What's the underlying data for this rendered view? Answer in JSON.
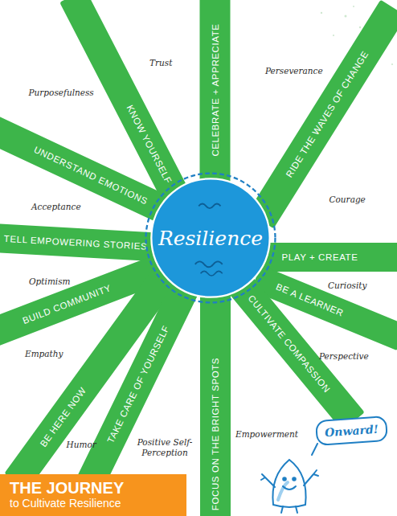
{
  "diagram": {
    "nodes": [
      {
        "text": [
          "CELEBRATE + APPRECIATE"
        ]
      },
      {
        "text": [
          "KNOW YOURSELF"
        ]
      },
      {
        "text": [
          "RIDE THE WAVES OF CHANGE"
        ]
      },
      {
        "text": [
          "UNDERSTAND EMOTIONS"
        ]
      },
      {
        "text": [
          "Resilience"
        ]
      },
      {
        "text": [
          "TELL EMPOWERING STORIES"
        ]
      },
      {
        "text": [
          "PLAY + CREATE"
        ]
      },
      {
        "text": [
          "BUILD COMMUNITY"
        ]
      },
      {
        "text": [
          "BE A LEARNER"
        ]
      },
      {
        "text": [
          "CULTIVATE COMPASSION"
        ]
      },
      {
        "text": [
          "BE HERE NOW"
        ]
      },
      {
        "text": [
          "TAKE CARE OF YOURSELF"
        ]
      },
      {
        "text": [
          "FOCUS ON THE BRIGHT SPOTS"
        ]
      },
      {
        "text": [
          "Onward!"
        ]
      },
      {
        "text": [
          "THE JOURNEY",
          "to Cultivate Resilience"
        ]
      }
    ],
    "labels": [
      "Trust",
      "Perseverance",
      "Purposefulness",
      "Courage",
      "Acceptance",
      "Curiosity",
      "Optimism",
      "Empathy",
      "Perspective",
      "Humor",
      "Positive Self-Perception",
      "Empowerment"
    ]
  }
}
